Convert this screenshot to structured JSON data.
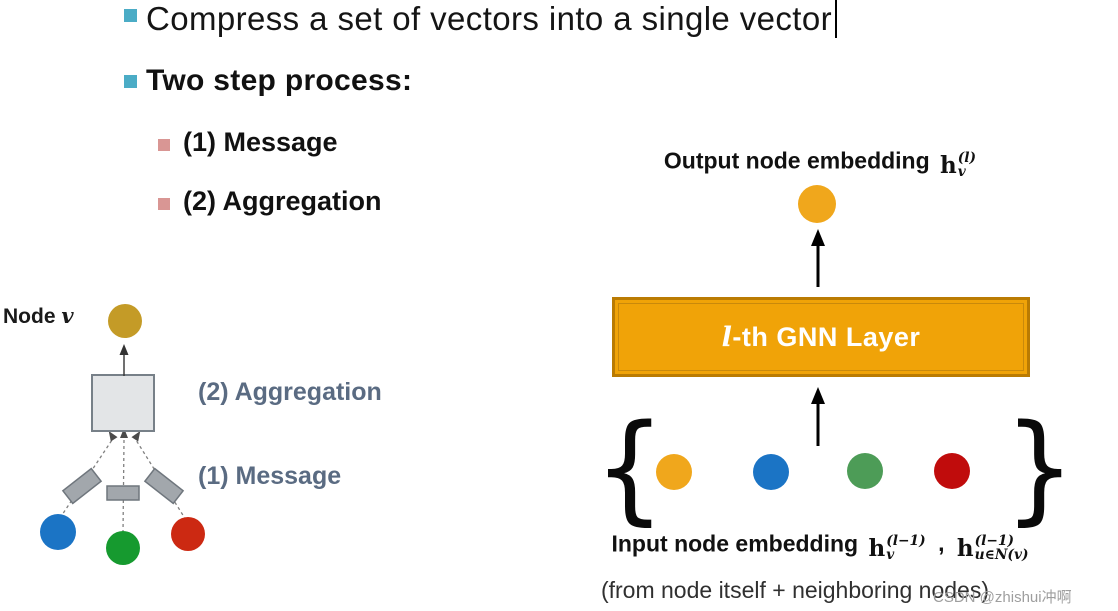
{
  "slide": {
    "bullets": [
      {
        "label": "Compress a set of vectors into a single vector"
      },
      {
        "label": "Two step process:"
      }
    ],
    "sub_bullets": [
      {
        "label": "(1) Message"
      },
      {
        "label": "(2) Aggregation"
      }
    ]
  },
  "left_diagram": {
    "node_label": "Node",
    "node_var": "v",
    "step2_label": "(2) Aggregation",
    "step1_label": "(1) Message"
  },
  "right_diagram": {
    "output_label": "Output node embedding",
    "output_math": {
      "base": "h",
      "sup": "(l)",
      "sub": "v"
    },
    "gnn_layer": {
      "var": "l",
      "rest": "-th GNN Layer"
    },
    "brace_left": "{",
    "brace_right": "}",
    "input_label": "Input node embedding",
    "input_math_self": {
      "base": "h",
      "sup": "(l−1)",
      "sub": "v"
    },
    "comma": ",",
    "input_math_neighbors": {
      "base": "h",
      "sup": "(l−1)",
      "sub": "u∈N(v)"
    },
    "caption": "(from node itself + neighboring nodes)"
  },
  "watermark": "CSDN @zhishui冲啊",
  "colors": {
    "bullet_teal": "#4BACC6",
    "bullet_pink": "#D99694",
    "label_slate": "#5A6B82",
    "node_gold_dark": "#C49B27",
    "gold": "#F0A71C",
    "blue": "#1B74C5",
    "green_left": "#169A2F",
    "green_right": "#4D9C57",
    "red_left": "#CC2912",
    "red_right": "#C00C0C",
    "gnn_fill": "#F0A308",
    "gnn_border": "#BA7B02",
    "agg_box_fill": "#E3E5E7",
    "agg_box_border": "#778088",
    "message_rect_fill": "#A2A7AC"
  }
}
